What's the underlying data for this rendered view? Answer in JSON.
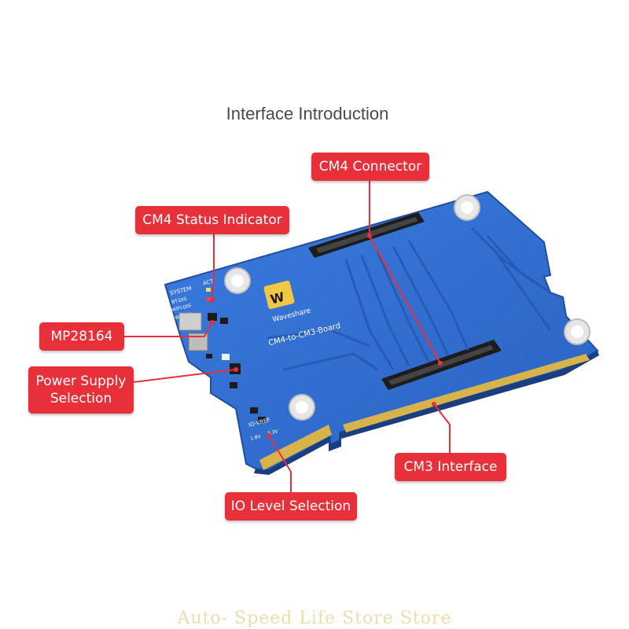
{
  "title": "Interface Introduction",
  "labels": {
    "cm4_connector": "CM4 Connector",
    "cm4_status_indicator": "CM4 Status Indicator",
    "mp28164": "MP28164",
    "power_supply_selection_line1": "Power Supply",
    "power_supply_selection_line2": "Selection",
    "cm3_interface": "CM3 Interface",
    "io_level_selection": "IO Level Selection"
  },
  "board": {
    "brand": "Waveshare",
    "model": "CM4-to-CM3-Board",
    "silkscreen": {
      "system": "SYSTEM",
      "act": "ACT",
      "bt_dis": "BT-DIS",
      "wifi_dis": "WIFI-DIS",
      "wp_dis": "WP-DIS",
      "io_vref": "IO-VREF",
      "v18": "1.8V",
      "v33": "3.3V"
    }
  },
  "watermark": "Auto- Speed Life Store Store",
  "colors": {
    "label_bg": "#e8303a",
    "board": "#2f6fd1",
    "leader": "#e8303a"
  }
}
